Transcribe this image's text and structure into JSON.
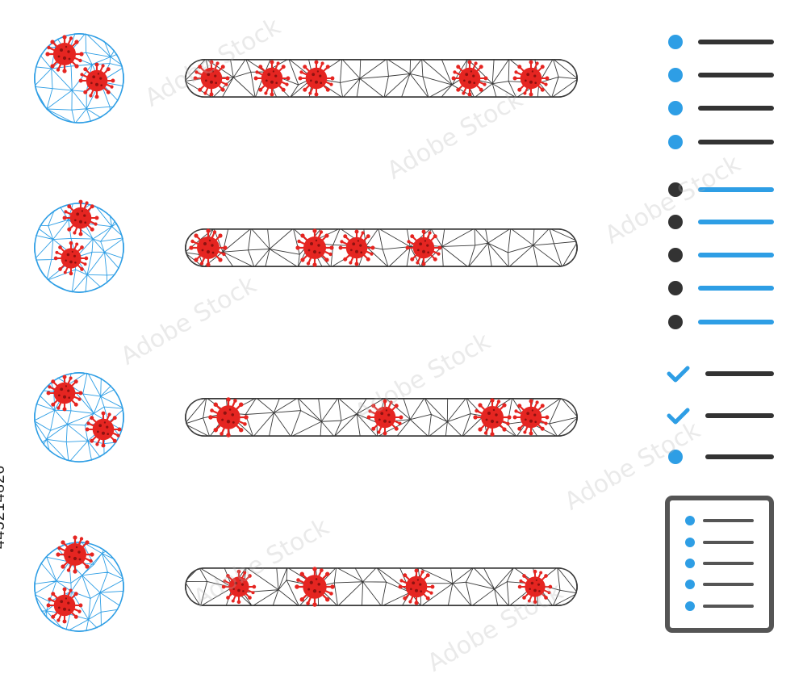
{
  "stock_id": "445214826",
  "watermark_text": "Adobe Stock",
  "colors": {
    "virus_red": "#e52521",
    "mesh_blue": "#2e9ee5",
    "mesh_gray": "#3a3a3a",
    "dot_blue": "#2e9ee5",
    "dot_dark": "#333333",
    "line_dark": "#333333",
    "line_blue": "#2e9ee5",
    "check_blue": "#2e9ee5",
    "doc_gray": "#555555"
  },
  "rows": [
    {
      "bar_virus_count": 5
    },
    {
      "bar_virus_count": 4
    },
    {
      "bar_virus_count": 4
    },
    {
      "bar_virus_count": 4
    }
  ],
  "legend": {
    "group1": {
      "items": 4,
      "marker": "dot_blue",
      "line": "line_dark"
    },
    "group2": {
      "items": 5,
      "marker": "dot_dark",
      "line": "line_blue"
    },
    "group3": {
      "items": [
        "check",
        "check",
        "dot"
      ],
      "line": "line_dark"
    },
    "document_icon": {
      "items": 5
    }
  }
}
